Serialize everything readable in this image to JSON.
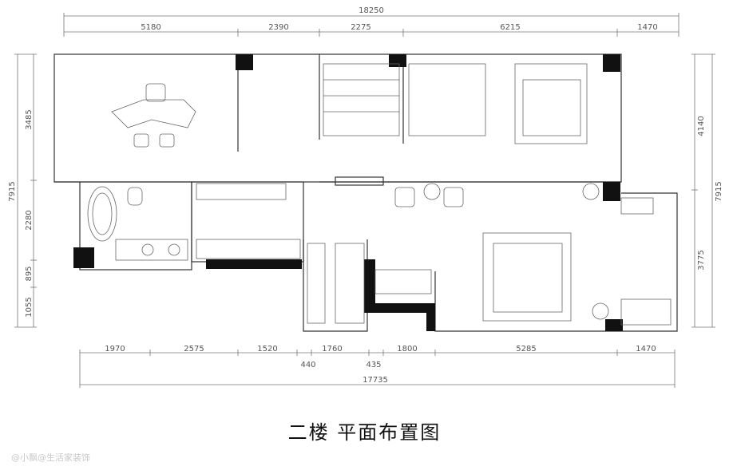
{
  "title": "二楼 平面布置图",
  "watermark": "@小飘@生活家装饰",
  "dimensions": {
    "top_total": "18250",
    "top_segments": [
      "5180",
      "2390",
      "2275",
      "6215",
      "1470"
    ],
    "bottom_total": "17735",
    "bottom_segments": [
      "1970",
      "2575",
      "1520",
      "1760",
      "1800",
      "5285",
      "1470"
    ],
    "bottom_small": [
      "440",
      "435"
    ],
    "left_total": "7915",
    "left_segments": [
      "3485",
      "2280",
      "895",
      "1055"
    ],
    "right_total": "7915",
    "right_segments": [
      "4140",
      "3775"
    ]
  }
}
